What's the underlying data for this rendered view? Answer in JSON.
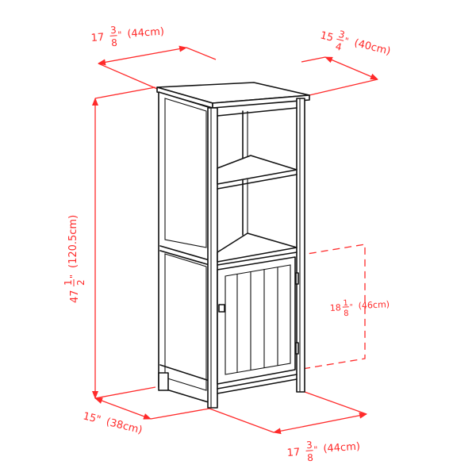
{
  "diagram": {
    "type": "product-dimension-drawing",
    "subject": "tall storage cabinet with two open shelves and lower door cabinet",
    "colors": {
      "dimension": "#ff2a2a",
      "lineart": "#111111",
      "background": "#ffffff"
    }
  },
  "dimensions": {
    "top_width": {
      "whole": "17",
      "num": "3",
      "den": "8",
      "inch": "\"",
      "metric": "(44cm)"
    },
    "top_depth": {
      "whole": "15",
      "num": "3",
      "den": "4",
      "inch": "\"",
      "metric": "(40cm)"
    },
    "height": {
      "whole": "47",
      "num": "1",
      "den": "2",
      "inch": "\"",
      "metric": "(120.5cm)"
    },
    "door_height": {
      "whole": "18",
      "num": "1",
      "den": "8",
      "inch": "\"",
      "metric": "(46cm)"
    },
    "base_depth": {
      "whole": "15\"",
      "metric": "(38cm)"
    },
    "base_width": {
      "whole": "17",
      "num": "3",
      "den": "8",
      "inch": "\"",
      "metric": "(44cm)"
    }
  }
}
